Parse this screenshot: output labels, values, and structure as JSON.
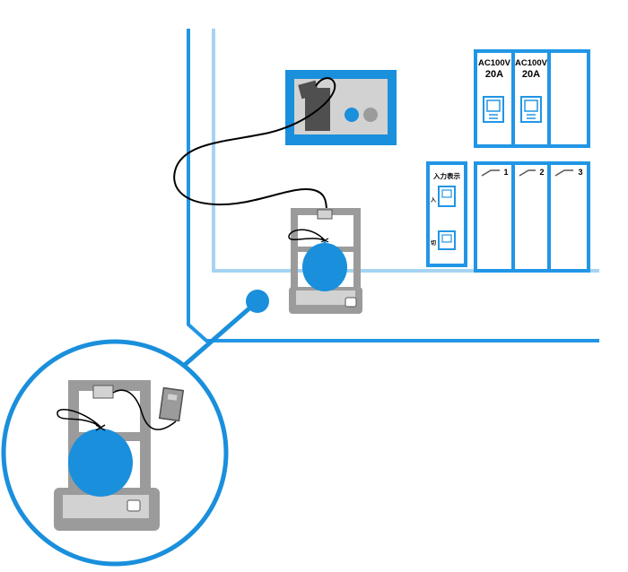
{
  "colors": {
    "blue": "#1a8fdc",
    "panel_line": "#2196e6",
    "light_blue": "#a6d3f2",
    "device_gray": "#9b9b9b",
    "dark_gray": "#4f4f4f",
    "light_gray": "#d2d2d2",
    "wire": "#000000"
  },
  "breakers": [
    {
      "rating_voltage": "AC100V",
      "rating_current": "20A"
    },
    {
      "rating_voltage": "AC100V",
      "rating_current": "20A"
    }
  ],
  "input_indicator": {
    "title": "入力表示",
    "on_mark": "入",
    "off_mark": "切"
  },
  "circuit_breakers": [
    "1",
    "2",
    "3"
  ],
  "icons": {
    "switch_box": "wall-switch-box-icon",
    "float_device": "water-balloon-float-device-icon",
    "magnifier": "zoom-callout-icon"
  }
}
